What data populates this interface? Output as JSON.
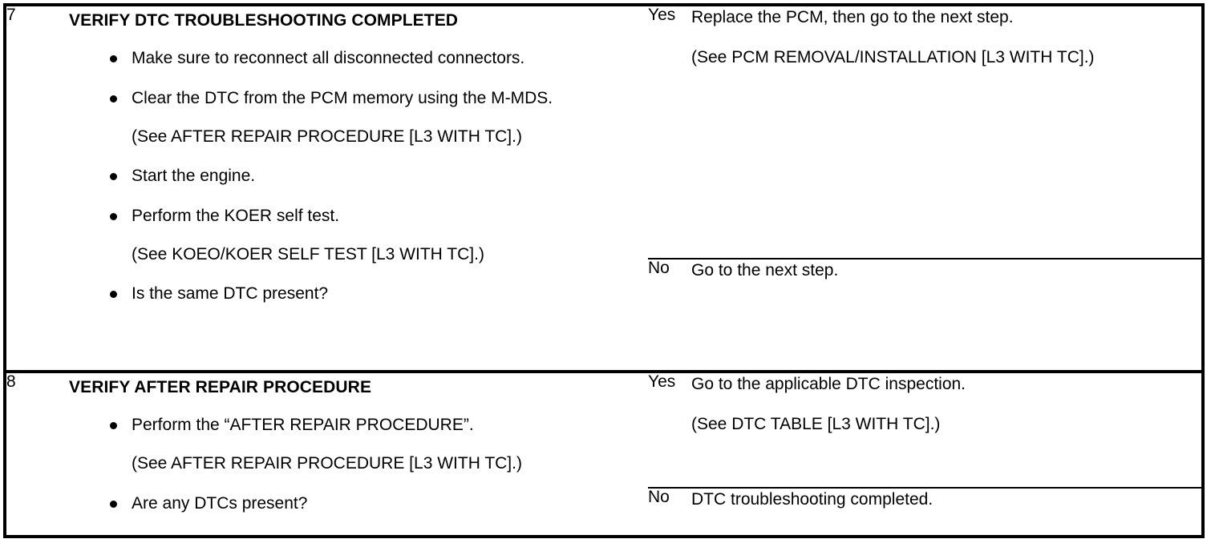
{
  "document": {
    "type": "diagnostic-troubleshooting-table",
    "columns": [
      "step",
      "procedure",
      "answer",
      "action"
    ]
  },
  "steps": [
    {
      "number": "7",
      "title": "VERIFY DTC TROUBLESHOOTING COMPLETED",
      "items": [
        {
          "kind": "bullet",
          "text": "Make sure to reconnect all disconnected connectors."
        },
        {
          "kind": "bullet",
          "text": "Clear the DTC from the PCM memory using the M-MDS."
        },
        {
          "kind": "note",
          "text": "(See AFTER REPAIR PROCEDURE [L3 WITH TC].)"
        },
        {
          "kind": "bullet",
          "text": "Start the engine."
        },
        {
          "kind": "bullet",
          "text": "Perform the KOER self test."
        },
        {
          "kind": "note",
          "text": "(See KOEO/KOER SELF TEST [L3 WITH TC].)"
        },
        {
          "kind": "bullet",
          "text": "Is the same DTC present?"
        }
      ],
      "answers": [
        {
          "label": "Yes",
          "lines": [
            "Replace the PCM, then go to the next step.",
            "(See PCM REMOVAL/INSTALLATION [L3 WITH TC].)"
          ]
        },
        {
          "label": "No",
          "lines": [
            "Go to the next step."
          ]
        }
      ]
    },
    {
      "number": "8",
      "title": "VERIFY AFTER REPAIR PROCEDURE",
      "items": [
        {
          "kind": "bullet",
          "text": "Perform the “AFTER REPAIR PROCEDURE”."
        },
        {
          "kind": "note",
          "text": "(See AFTER REPAIR PROCEDURE [L3 WITH TC].)"
        },
        {
          "kind": "bullet",
          "text": "Are any DTCs present?"
        }
      ],
      "answers": [
        {
          "label": "Yes",
          "lines": [
            "Go to the applicable DTC inspection.",
            "(See DTC TABLE [L3 WITH TC].)"
          ]
        },
        {
          "label": "No",
          "lines": [
            "DTC troubleshooting completed."
          ]
        }
      ]
    }
  ],
  "colors": {
    "ink": "#000000",
    "paper": "#ffffff"
  }
}
